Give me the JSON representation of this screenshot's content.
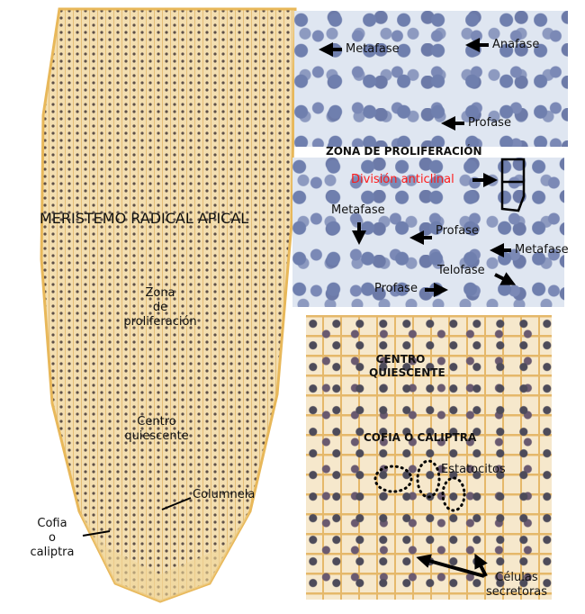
{
  "left_panel": {
    "title": "MERISTEMO RADICAL APICAL",
    "zona_label": [
      "Zona",
      "de",
      "proliferación"
    ],
    "centro_label": [
      "Centro",
      "quiescente"
    ],
    "columnela_label": "Columnela",
    "cofia_label": [
      "Cofia",
      "o",
      "caliptra"
    ]
  },
  "top_right_panel": {
    "metafase": "Metafase",
    "anafase": "Anafase",
    "profase": "Profase"
  },
  "middle_heading": "ZONA DE PROLIFERACIÓN",
  "middle_panel": {
    "division": "División anticlinal",
    "metafase_left": "Metafase",
    "profase_mid": "Profase",
    "metafase_right": "Metafase",
    "telofase": "Telofase",
    "profase_bottom": "Profase",
    "division_color": "#ff1a1a"
  },
  "bottom_panel": {
    "centro": [
      "CENTRO",
      "QUIESCENTE"
    ],
    "cofia": "COFIA O CALIPTRA",
    "estatocitos": "Estatocitos",
    "celulas": [
      "Células",
      "secretoras"
    ]
  }
}
